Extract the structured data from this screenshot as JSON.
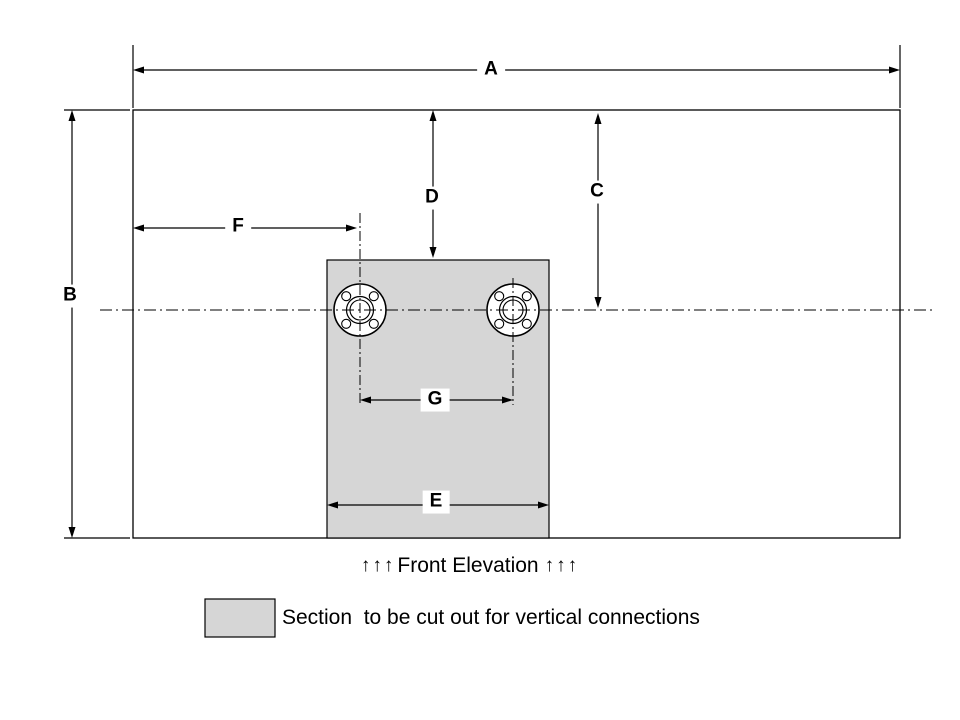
{
  "dimension_labels": {
    "A": "A",
    "B": "B",
    "C": "C",
    "D": "D",
    "E": "E",
    "F": "F",
    "G": "G"
  },
  "caption": {
    "left_arrows": "↑↑↑",
    "label": "Front Elevation",
    "right_arrows": "↑↑↑"
  },
  "legend": {
    "description": "Section  to be cut out for vertical connections"
  },
  "colors": {
    "outline": "#000000",
    "section_fill": "#d6d6d6",
    "background": "#ffffff"
  }
}
